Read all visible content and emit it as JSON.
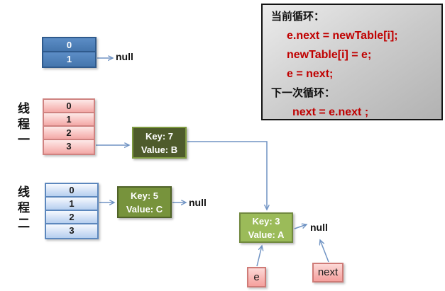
{
  "code_box": {
    "title_current": "当前循环：",
    "lines": [
      "e.next = newTable[i];",
      "newTable[i] = e;",
      "e = next;"
    ],
    "title_next": "下一次循环：",
    "next_line": "next = e.next ;",
    "code_color": "#c00000"
  },
  "top_table": {
    "cells": [
      "0",
      "1"
    ],
    "null_label": "null",
    "fill_color": "#4f81bd"
  },
  "thread1": {
    "label": "线程一",
    "cells": [
      "0",
      "1",
      "2",
      "3"
    ],
    "fill_color": "#f5b5b3"
  },
  "thread2": {
    "label": "线程二",
    "cells": [
      "0",
      "1",
      "2",
      "3"
    ],
    "fill_color": "#cfdff5"
  },
  "nodes": {
    "key7": {
      "key": "Key: 7",
      "value": "Value: B",
      "color": "#4e5b2b"
    },
    "key5": {
      "key": "Key: 5",
      "value": "Value: C",
      "color": "#77933c"
    },
    "key3": {
      "key": "Key: 3",
      "value": "Value: A",
      "color": "#9bbb59"
    }
  },
  "null_after_key5": "null",
  "null_after_key3": "null",
  "pointers": {
    "e": "e",
    "next": "next",
    "box_color": "#f7b0ad"
  },
  "arrow_color": "#7094c4"
}
